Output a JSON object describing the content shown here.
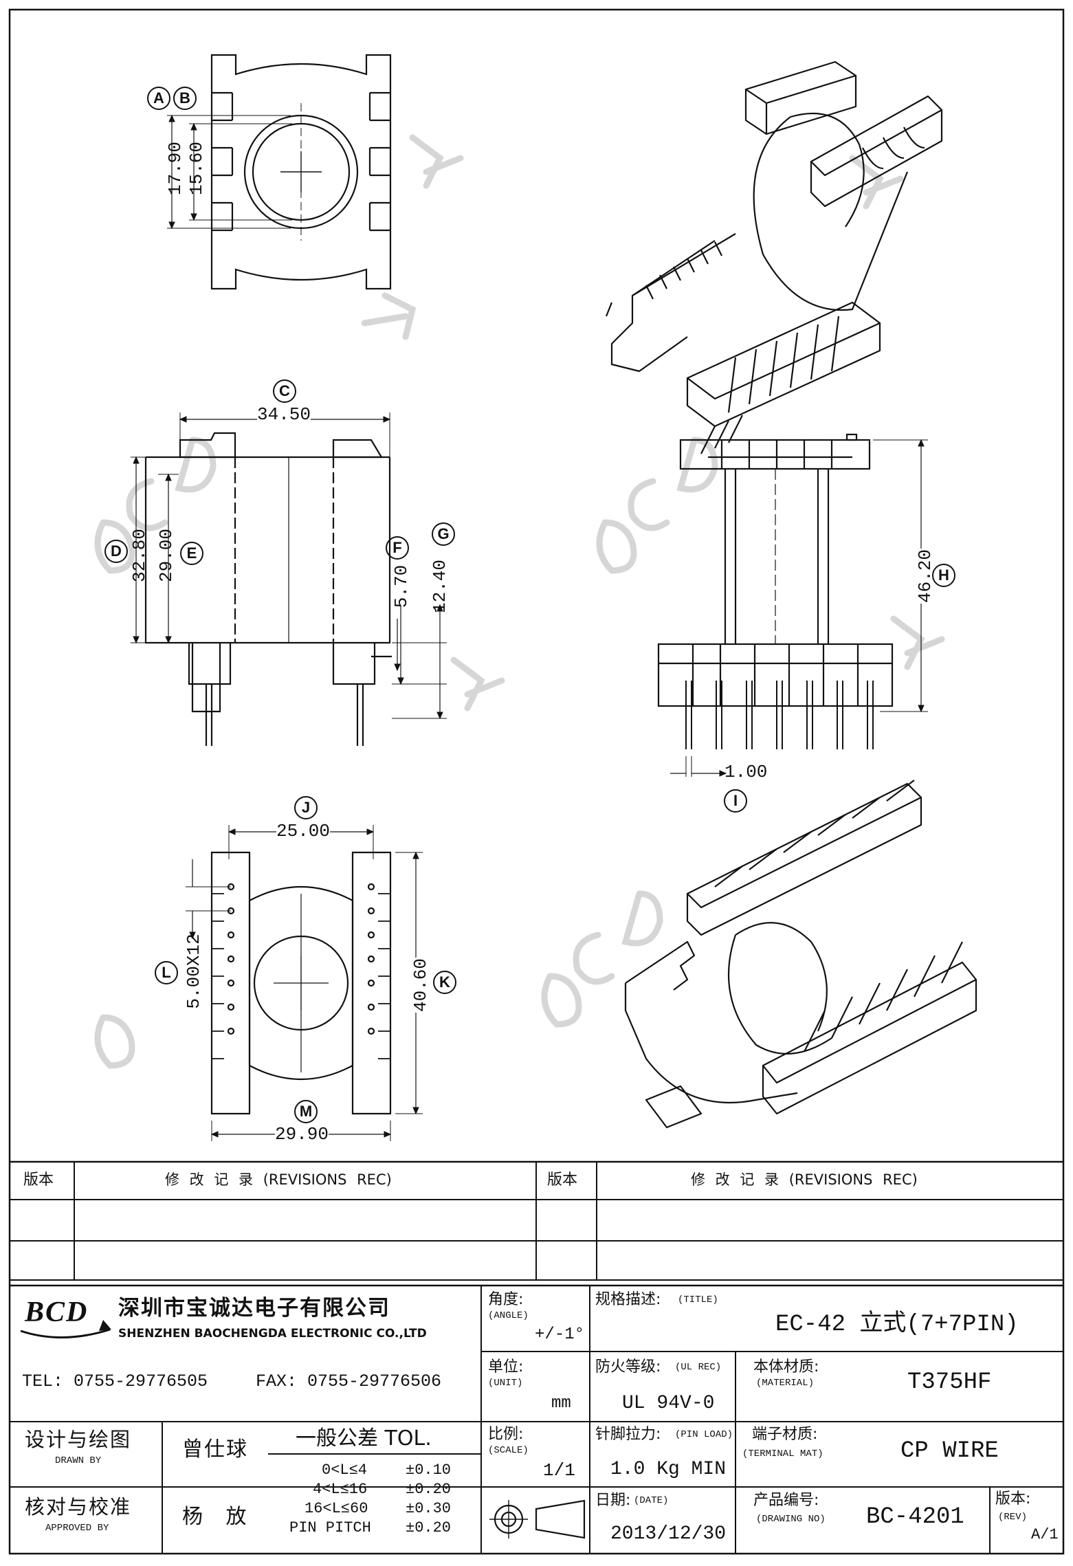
{
  "drawing": {
    "top_view": {
      "callouts": [
        "A",
        "B"
      ],
      "dims": [
        "17.90",
        "15.60"
      ]
    },
    "front_view": {
      "callouts": [
        "C",
        "D",
        "E",
        "F",
        "G"
      ],
      "dims": {
        "width": "34.50",
        "height_outer": "32.80",
        "height_inner": "29.00",
        "pin_step": "5.70",
        "pin_length": "12.40"
      }
    },
    "side_view": {
      "callouts": [
        "H",
        "I"
      ],
      "dims": {
        "total_height": "46.20",
        "pin_dia": "1.00"
      }
    },
    "bottom_view": {
      "callouts": [
        "J",
        "K",
        "L",
        "M"
      ],
      "dims": {
        "inner_width": "25.00",
        "length": "40.60",
        "pitch": "5.00X12",
        "outer_width": "29.90"
      }
    },
    "watermark": "BCD 宝诚达电子"
  },
  "revisions": {
    "left_col_header": "版本",
    "left_desc_header": "修 改 记 录 (REVISIONS REC)",
    "right_col_header": "版本",
    "right_desc_header": "修 改 记 录 (REVISIONS REC)"
  },
  "company": {
    "logo_text": "BCD",
    "name_cn": "深圳市宝诚达电子有限公司",
    "name_en": "SHENZHEN BAOCHENGDA ELECTRONIC CO.,LTD",
    "tel": "TEL: 0755-29776505",
    "fax": "FAX: 0755-29776506"
  },
  "title_block": {
    "angle": {
      "label_cn": "角度:",
      "label_en": "(ANGLE)",
      "value": "+/-1°"
    },
    "title": {
      "label_cn": "规格描述:",
      "label_en": "(TITLE)",
      "value": "EC-42 立式(7+7PIN)"
    },
    "unit": {
      "label_cn": "单位:",
      "label_en": "(UNIT)",
      "value": "mm"
    },
    "ul_rec": {
      "label_cn": "防火等级:",
      "label_en": "(UL REC)",
      "value": "UL 94V-0"
    },
    "material": {
      "label_cn": "本体材质:",
      "label_en": "(MATERIAL)",
      "value": "T375HF"
    },
    "drawn": {
      "label_cn": "设计与绘图",
      "label_en": "DRAWN BY",
      "value": "曾仕球"
    },
    "tolerance": {
      "header": "一般公差 TOL.",
      "rows": [
        {
          "range": "0<L≤4",
          "tol": "±0.10"
        },
        {
          "range": "4<L≤16",
          "tol": "±0.20"
        },
        {
          "range": "16<L≤60",
          "tol": "±0.30"
        },
        {
          "range": "PIN PITCH",
          "tol": "±0.20"
        }
      ]
    },
    "scale": {
      "label_cn": "比例:",
      "label_en": "(SCALE)",
      "value": "1/1"
    },
    "pin_load": {
      "label_cn": "针脚拉力:",
      "label_en": "(PIN LOAD)",
      "value": "1.0 Kg MIN"
    },
    "terminal": {
      "label_cn": "端子材质:",
      "label_en": "(TERMINAL MAT)",
      "value": "CP WIRE"
    },
    "approved": {
      "label_cn": "核对与校准",
      "label_en": "APPROVED BY",
      "value": "杨 放"
    },
    "date": {
      "label_cn": "日期:",
      "label_en": "(DATE)",
      "value": "2013/12/30"
    },
    "drawing_no": {
      "label_cn": "产品编号:",
      "label_en": "(DRAWING NO)",
      "value": "BC-4201"
    },
    "rev": {
      "label_cn": "版本:",
      "label_en": "(REV)",
      "value": "A/1"
    }
  }
}
